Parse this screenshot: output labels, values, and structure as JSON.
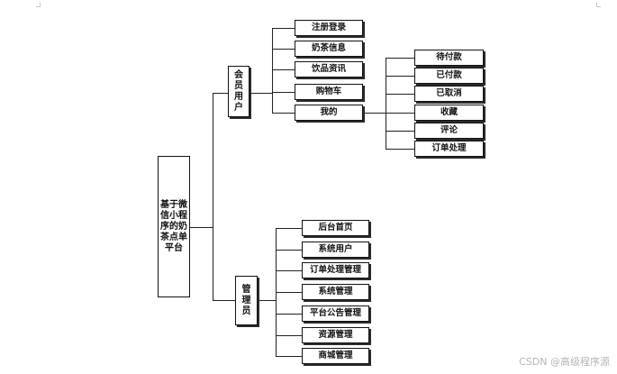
{
  "root": {
    "label": "基于微信小程序的奶茶点单平台"
  },
  "branches": [
    {
      "label": "会员用户",
      "children": [
        "注册登录",
        "奶茶信息",
        "饮品资讯",
        "购物车",
        "我的"
      ],
      "sub": {
        "parent": "我的",
        "children": [
          "待付款",
          "已付款",
          "已取消",
          "收藏",
          "评论",
          "订单处理"
        ]
      }
    },
    {
      "label": "管理员",
      "children": [
        "后台首页",
        "系统用户",
        "订单处理管理",
        "系统管理",
        "平台公告管理",
        "资源管理",
        "商城管理"
      ]
    }
  ],
  "watermark": "CSDN @高级程序源"
}
